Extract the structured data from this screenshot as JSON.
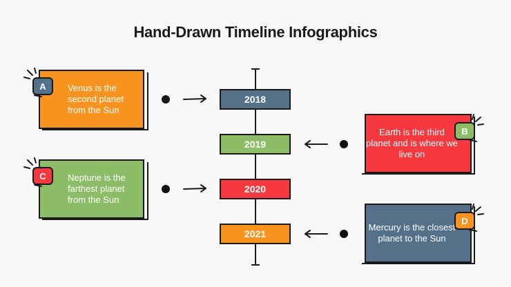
{
  "title": "Hand-Drawn Timeline Infographics",
  "colors": {
    "orange": "#f7931e",
    "red": "#f5393f",
    "green": "#8cbd66",
    "blue": "#557089",
    "ink": "#1a1a1a"
  },
  "years": [
    "2018",
    "2019",
    "2020",
    "2021"
  ],
  "cards": [
    {
      "letter": "A",
      "text": "Venus is the second planet from the Sun"
    },
    {
      "letter": "B",
      "text": "Earth is the third planet and is where we live on"
    },
    {
      "letter": "C",
      "text": "Neptune is the farthest planet from the Sun"
    },
    {
      "letter": "D",
      "text": "Mercury is the closest planet to the Sun"
    }
  ]
}
